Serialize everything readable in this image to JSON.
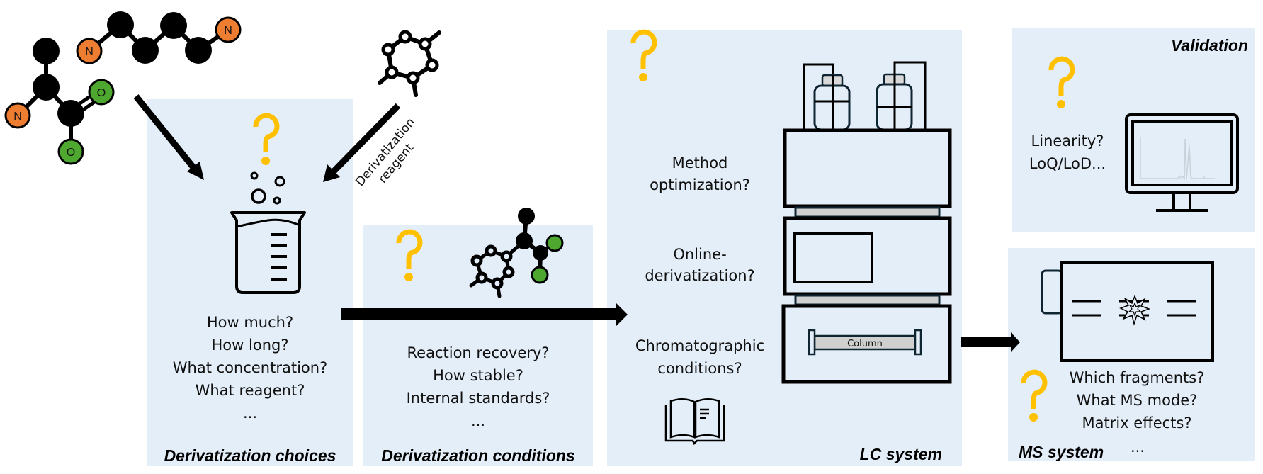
{
  "figure": {
    "description": "Workflow for derivatization-based LC-MS method development",
    "colors": {
      "panel_background": "#e4eef8",
      "question_mark": "#ffc000",
      "nitrogen_atom": "#ed7d31",
      "oxygen_atom": "#4ea72e",
      "arrow": "#000000"
    }
  },
  "molecules": {
    "amino_acid": {
      "atoms": [
        "C",
        "C",
        "N",
        "C",
        "O",
        "O"
      ],
      "labels": {
        "n": "N",
        "o1": "O",
        "o2": "O"
      }
    },
    "diamine": {
      "atoms": [
        "N",
        "C",
        "C",
        "C",
        "C",
        "N"
      ],
      "labels": {
        "n1": "N",
        "n2": "N"
      }
    },
    "reagent": {
      "label_line1": "Derivatization",
      "label_line2": "reagent"
    }
  },
  "panels": {
    "derivatization_choices": {
      "title": "Derivatization choices",
      "questions": [
        "How much?",
        "How long?",
        "What concentration?",
        "What reagent?",
        "..."
      ],
      "icon": "beaker-icon"
    },
    "derivatization_conditions": {
      "title": "Derivatization conditions",
      "questions": [
        "Reaction recovery?",
        "How stable?",
        "Internal standards?",
        "..."
      ],
      "icon": "derivatized-molecule-icon"
    },
    "lc_system": {
      "title": "LC system",
      "questions": [
        {
          "line1": "Method",
          "line2": "optimization?"
        },
        {
          "line1": "Online-",
          "line2": "derivatization?"
        },
        {
          "line1": "Chromatographic",
          "line2": "conditions?"
        }
      ],
      "column_label": "Column",
      "icon": "book-icon"
    },
    "validation": {
      "title": "Validation",
      "questions": [
        "Linearity?",
        "LoQ/LoD..."
      ],
      "icon": "monitor-chromatogram-icon"
    },
    "ms_system": {
      "title": "MS system",
      "questions": [
        "Which fragments?",
        "What MS mode?",
        "Matrix effects?"
      ],
      "ellipsis": "...",
      "icon": "mass-spectrometer-icon"
    }
  },
  "arrows": [
    {
      "from": "amino-acid",
      "to": "derivatization-choices"
    },
    {
      "from": "derivatization-reagent",
      "to": "derivatization-choices"
    },
    {
      "from": "derivatization-choices",
      "to": "lc-system"
    },
    {
      "from": "lc-system",
      "to": "ms-system"
    }
  ]
}
